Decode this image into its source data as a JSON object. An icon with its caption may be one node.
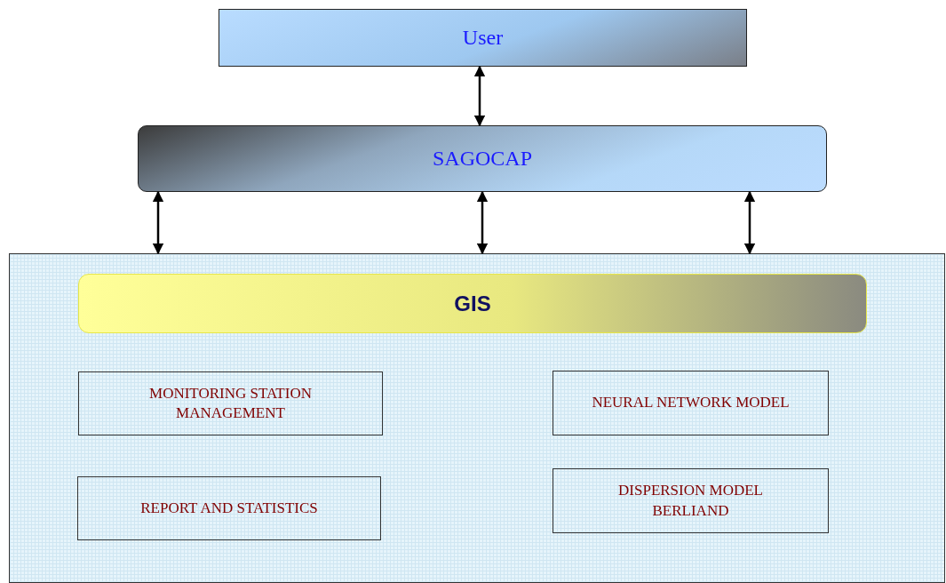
{
  "diagram": {
    "nodes": [
      {
        "text": [
          "User"
        ]
      },
      {
        "text": [
          "SAGOCAP"
        ]
      },
      {
        "text": [],
        "shape": "box"
      },
      {
        "text": [
          "GIS"
        ],
        "in": 2
      },
      {
        "text": [
          "MONITORING STATION MANAGEMENT"
        ],
        "in": 2
      },
      {
        "text": [
          "NEURAL NETWORK MODEL"
        ],
        "in": 2
      },
      {
        "text": [
          "REPORT AND STATISTICS"
        ],
        "in": 2
      },
      {
        "text": [
          "DISPERSION MODEL BERLIAND"
        ],
        "in": 2
      }
    ],
    "edges": [
      {
        "from": 0,
        "to": 1,
        "arrow": "both"
      },
      {
        "from": 1,
        "to": 2,
        "arrow": "both"
      },
      {
        "from": 1,
        "to": 2,
        "arrow": "both"
      },
      {
        "from": 1,
        "to": 2,
        "arrow": "both"
      }
    ]
  }
}
